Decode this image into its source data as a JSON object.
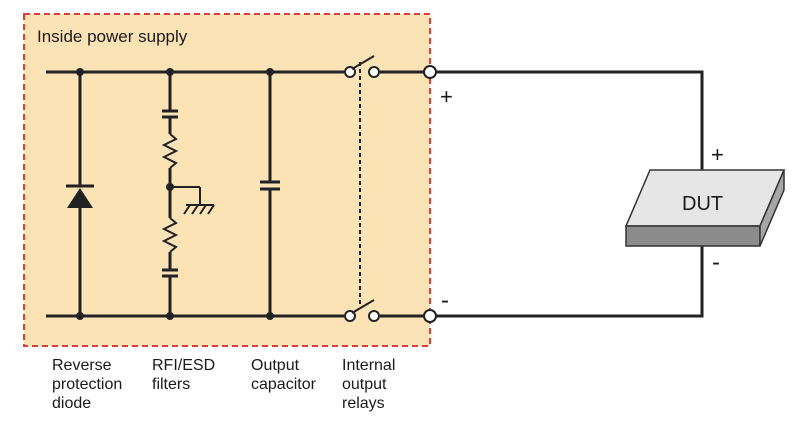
{
  "diagram": {
    "region_label": "Inside power supply",
    "plus_output": "+",
    "minus_output": "-",
    "dut_label": "DUT",
    "dut_plus": "+",
    "dut_minus": "-",
    "captions": [
      [
        "Reverse",
        "protection",
        "diode"
      ],
      [
        "RFI/ESD",
        "filters"
      ],
      [
        "Output",
        "capacitor"
      ],
      [
        "Internal",
        "output",
        "relays"
      ]
    ],
    "colors": {
      "region_fill": "#fce3b6",
      "region_border": "#e23b3b",
      "wire": "#222222",
      "dut_top": "#e6e6e6",
      "dut_side": "#8c8c8c"
    }
  }
}
